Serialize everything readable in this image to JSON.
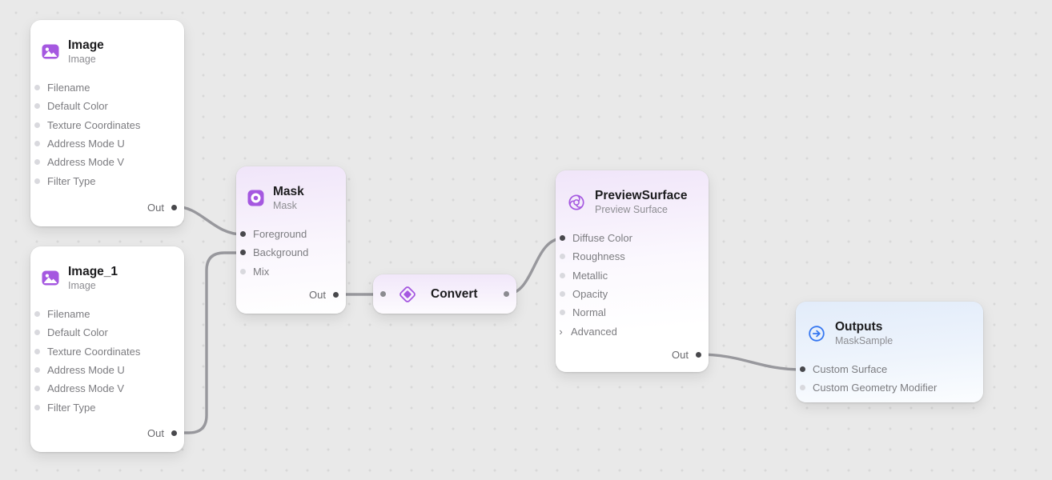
{
  "app": {
    "view": "shader-graph-editor"
  },
  "colors": {
    "accent_purple": "#a558e0",
    "accent_blue": "#3577f1",
    "wire": "#98989d",
    "port_connected": "#48484c",
    "port_unconnected": "#d9d9de",
    "canvas_bg": "#e9e9e9",
    "canvas_dot": "#d8d8d8"
  },
  "nodes": {
    "image": {
      "title": "Image",
      "subtitle": "Image",
      "icon": "image-icon",
      "inputs": [
        {
          "label": "Filename",
          "connected": false
        },
        {
          "label": "Default Color",
          "connected": false
        },
        {
          "label": "Texture Coordinates",
          "connected": false
        },
        {
          "label": "Address Mode U",
          "connected": false
        },
        {
          "label": "Address Mode V",
          "connected": false
        },
        {
          "label": "Filter Type",
          "connected": false
        }
      ],
      "outputs": [
        {
          "label": "Out",
          "connected": true
        }
      ]
    },
    "image_1": {
      "title": "Image_1",
      "subtitle": "Image",
      "icon": "image-icon",
      "inputs": [
        {
          "label": "Filename",
          "connected": false
        },
        {
          "label": "Default Color",
          "connected": false
        },
        {
          "label": "Texture Coordinates",
          "connected": false
        },
        {
          "label": "Address Mode U",
          "connected": false
        },
        {
          "label": "Address Mode V",
          "connected": false
        },
        {
          "label": "Filter Type",
          "connected": false
        }
      ],
      "outputs": [
        {
          "label": "Out",
          "connected": true
        }
      ]
    },
    "mask": {
      "title": "Mask",
      "subtitle": "Mask",
      "icon": "mask-icon",
      "inputs": [
        {
          "label": "Foreground",
          "connected": true
        },
        {
          "label": "Background",
          "connected": true
        },
        {
          "label": "Mix",
          "connected": false
        }
      ],
      "outputs": [
        {
          "label": "Out",
          "connected": true
        }
      ]
    },
    "convert": {
      "title": "Convert",
      "icon": "convert-icon",
      "input_connected": true,
      "output_connected": true
    },
    "preview_surface": {
      "title": "PreviewSurface",
      "subtitle": "Preview Surface",
      "icon": "preview-surface-icon",
      "inputs": [
        {
          "label": "Diffuse Color",
          "connected": true
        },
        {
          "label": "Roughness",
          "connected": false
        },
        {
          "label": "Metallic",
          "connected": false
        },
        {
          "label": "Opacity",
          "connected": false
        },
        {
          "label": "Normal",
          "connected": false
        },
        {
          "label": "Advanced",
          "disclosure": true
        }
      ],
      "outputs": [
        {
          "label": "Out",
          "connected": true
        }
      ]
    },
    "outputs_node": {
      "title": "Outputs",
      "subtitle": "MaskSample",
      "icon": "outputs-icon",
      "inputs": [
        {
          "label": "Custom Surface",
          "connected": true
        },
        {
          "label": "Custom Geometry Modifier",
          "connected": false
        }
      ]
    }
  },
  "connections": [
    {
      "from": "Image.Out",
      "to": "Mask.Foreground"
    },
    {
      "from": "Image_1.Out",
      "to": "Mask.Background"
    },
    {
      "from": "Mask.Out",
      "to": "Convert.In"
    },
    {
      "from": "Convert.Out",
      "to": "PreviewSurface.Diffuse Color"
    },
    {
      "from": "PreviewSurface.Out",
      "to": "Outputs.Custom Surface"
    }
  ]
}
